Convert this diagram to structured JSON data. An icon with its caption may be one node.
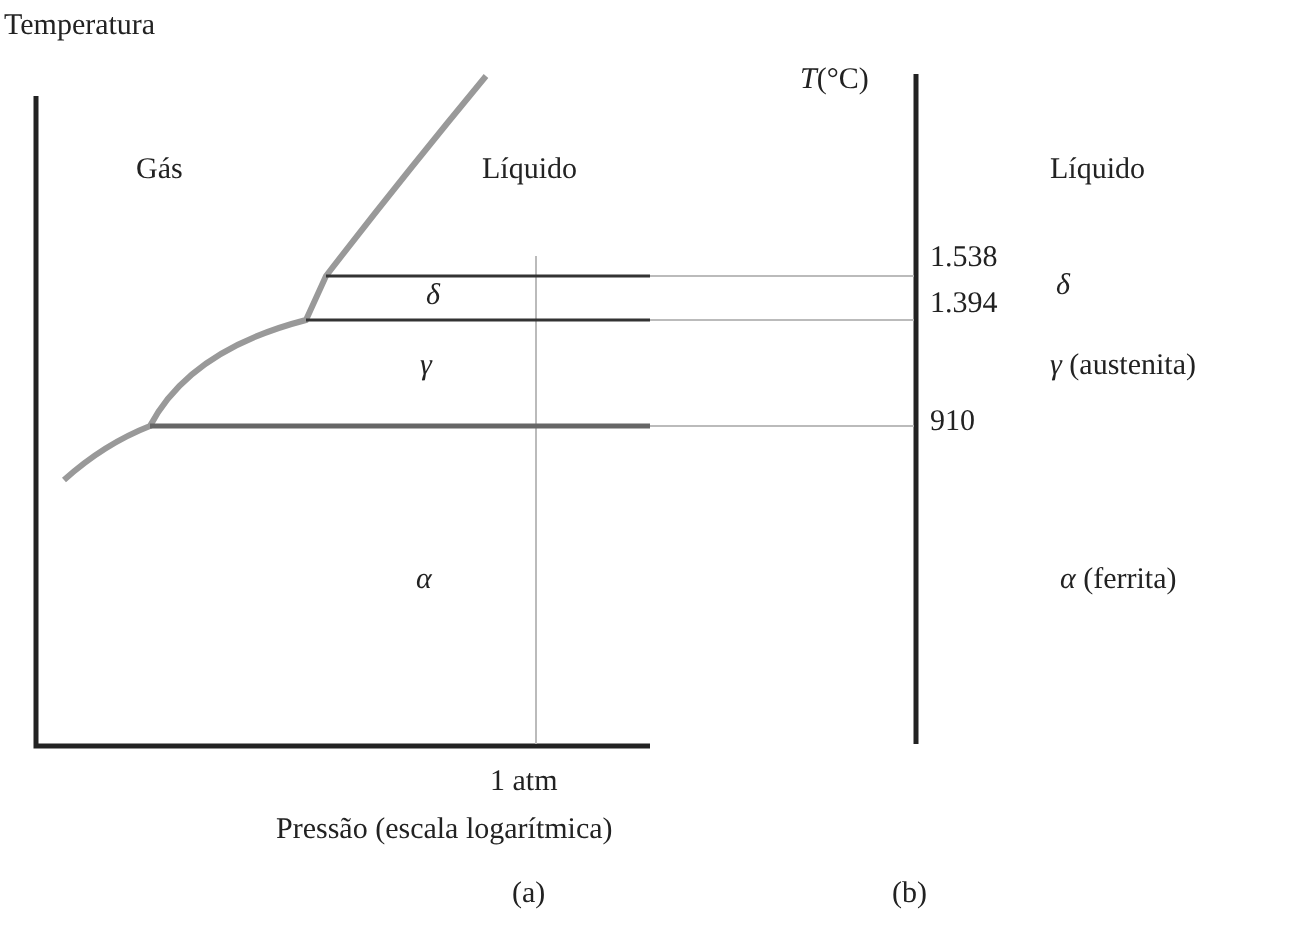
{
  "diagram": {
    "labels": [
      "Temperatura",
      "*T*(°C)",
      "Gás",
      "Líquido",
      "Líquido",
      "1.538",
      "δ",
      "δ",
      "1.394",
      "γ",
      "*γ* (austenita)",
      "910",
      "α",
      "*α* (ferrita)",
      "1 atm",
      "Pressão (escala logarítmica)",
      "(a)",
      "(b)"
    ]
  }
}
